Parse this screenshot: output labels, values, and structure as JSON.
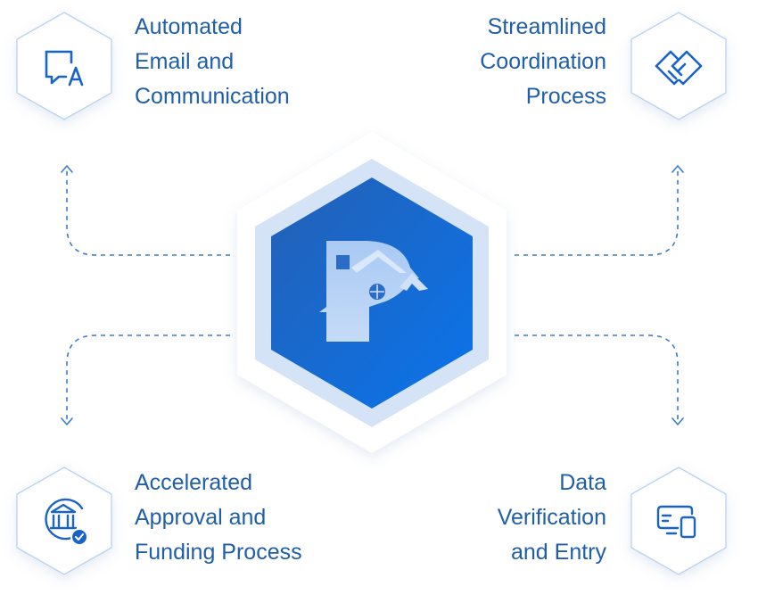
{
  "features": {
    "top_left": {
      "lines": [
        "Automated",
        "Email and",
        "Communication"
      ],
      "icon": "chat-translate-icon"
    },
    "top_right": {
      "lines": [
        "Streamlined",
        "Coordination",
        "Process"
      ],
      "icon": "handshake-icon"
    },
    "bottom_left": {
      "lines": [
        "Accelerated",
        "Approval and",
        "Funding Process"
      ],
      "icon": "bank-check-icon"
    },
    "bottom_right": {
      "lines": [
        "Data",
        "Verification",
        "and Entry"
      ],
      "icon": "devices-icon"
    }
  },
  "center": {
    "icon": "p-house-logo"
  },
  "colors": {
    "text": "#1f5fa8",
    "accent": "#1a64c8",
    "hex_outline": "#b9d2f2",
    "dashed_line": "#3c7cc9",
    "center_dark": "#1e60c0",
    "center_light": "#0a72e8",
    "center_ring": "#d6e4f7"
  }
}
